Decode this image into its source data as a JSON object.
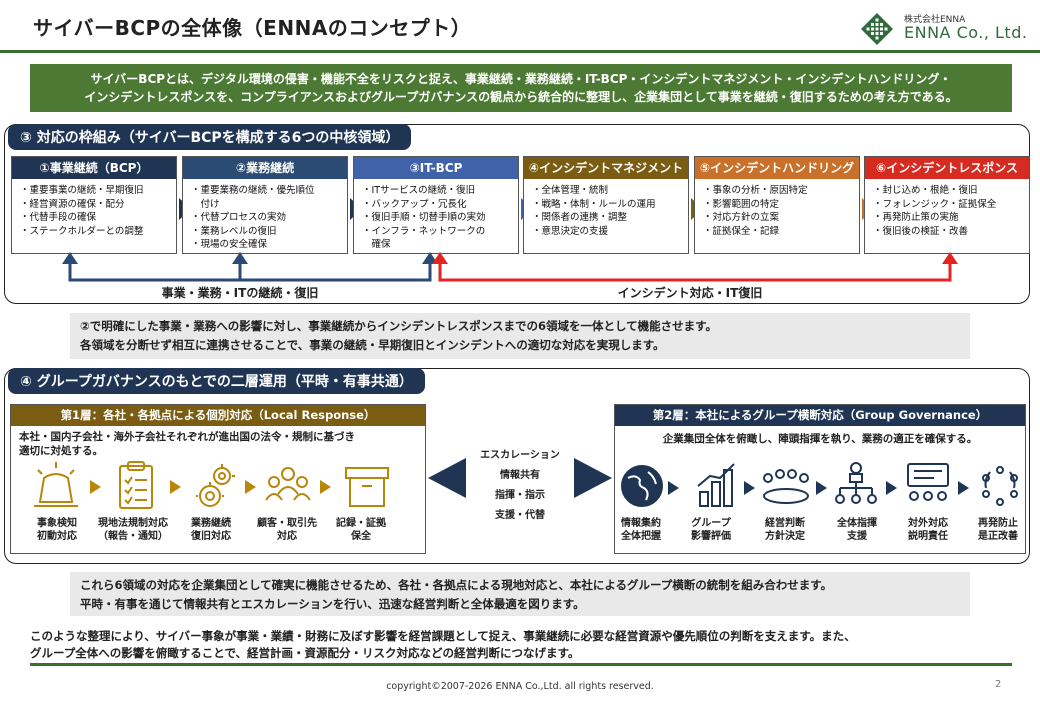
{
  "header": {
    "title": "サイバーBCPの全体像（ENNAのコンセプト）",
    "logo_sub": "株式会社ENNA",
    "logo_main": "ENNA Co., Ltd."
  },
  "banner": {
    "line1": "サイバーBCPとは、デジタル環境の侵害・機能不全をリスクと捉え、事業継続・業務継続・IT-BCP・インシデントマネジメント・インシデントハンドリング・",
    "line2": "インシデントレスポンスを、コンプライアンスおよびグループガバナンスの観点から統合的に整理し、企業集団として事業を継続・復旧するための考え方である。"
  },
  "section3": {
    "label": "③ 対応の枠組み（サイバーBCPを構成する6つの中核領域）",
    "columns": [
      {
        "title": "①事業継続（BCP）",
        "color": "#1f3553",
        "items": [
          "・重要事業の継続・早期復旧",
          "・経営資源の確保・配分",
          "・代替手段の確保",
          "・ステークホルダーとの調整"
        ]
      },
      {
        "title": "②業務継続",
        "color": "#2b4a74",
        "items": [
          "・重要業務の継続・優先順位",
          "　付け",
          "・代替プロセスの実効",
          "・業務レベルの復旧",
          "・現場の安全確保"
        ]
      },
      {
        "title": "③IT-BCP",
        "color": "#3f62a8",
        "items": [
          "・ITサービスの継続・復旧",
          "・バックアップ・冗長化",
          "・復旧手順・切替手順の実効",
          "・インフラ・ネットワークの",
          "　確保"
        ]
      },
      {
        "title": "④インシデントマネジメント",
        "color": "#7a5c12",
        "items": [
          "・全体管理・統制",
          "・戦略・体制・ルールの運用",
          "・関係者の連携・調整",
          "・意思決定の支援"
        ]
      },
      {
        "title": "⑤インシデントハンドリング",
        "color": "#c9702a",
        "items": [
          "・事象の分析・原因特定",
          "・影響範囲の特定",
          "・対応方針の立案",
          "・証拠保全・記録"
        ]
      },
      {
        "title": "⑥インシデントレスポンス",
        "color": "#d62b20",
        "items": [
          "・封じ込め・根絶・復旧",
          "・フォレンジック・証拠保全",
          "・再発防止策の実施",
          "・復旧後の検証・改善"
        ]
      }
    ],
    "link_left": "事業・業務・ITの継続・復旧",
    "link_right": "インシデント対応・IT復旧"
  },
  "note1": {
    "line1": "②で明確にした事業・業務への影響に対し、事業継続からインシデントレスポンスまでの6領域を一体として機能させます。",
    "line2": "各領域を分断せず相互に連携させることで、事業の継続・早期復旧とインシデントへの適切な対応を実現します。"
  },
  "section4": {
    "label": "④ グループガバナンスのもとでの二層運用（平時・有事共通）",
    "layer1": {
      "title": "第1層：各社・各拠点による個別対応（Local Response）",
      "desc1": "本社・国内子会社・海外子会社それぞれが進出国の法令・規制に基づき",
      "desc2": "適切に対処する。",
      "steps": [
        {
          "icon": "siren-icon",
          "l1": "事象検知",
          "l2": "初動対応"
        },
        {
          "icon": "checklist-icon",
          "l1": "現地法規制対応",
          "l2": "（報告・通知）"
        },
        {
          "icon": "gears-icon",
          "l1": "業務継続",
          "l2": "復旧対応"
        },
        {
          "icon": "people-icon",
          "l1": "顧客・取引先",
          "l2": "対応"
        },
        {
          "icon": "archive-box-icon",
          "l1": "記録・証拠",
          "l2": "保全"
        }
      ]
    },
    "escalation": [
      "エスカレーション",
      "情報共有",
      "指揮・指示",
      "支援・代替"
    ],
    "layer2": {
      "title": "第2層：本社によるグループ横断対応（Group Governance）",
      "desc": "企業集団全体を俯瞰し、陣頭指揮を執り、業務の適正を確保する。",
      "steps": [
        {
          "icon": "globe-icon",
          "l1": "情報集約",
          "l2": "全体把握"
        },
        {
          "icon": "bar-chart-icon",
          "l1": "グループ",
          "l2": "影響評価"
        },
        {
          "icon": "meeting-icon",
          "l1": "経営判断",
          "l2": "方針決定"
        },
        {
          "icon": "org-chart-icon",
          "l1": "全体指揮",
          "l2": "支援"
        },
        {
          "icon": "presentation-icon",
          "l1": "対外対応",
          "l2": "説明責任"
        },
        {
          "icon": "cycle-icon",
          "l1": "再発防止",
          "l2": "是正改善"
        }
      ]
    }
  },
  "note2": {
    "line1": "これら6領域の対応を企業集団として確実に機能させるため、各社・各拠点による現地対応と、本社によるグループ横断の統制を組み合わせます。",
    "line2": "平時・有事を通じて情報共有とエスカレーションを行い、迅速な経営判断と全体最適を図ります。"
  },
  "closing": {
    "line1": "このような整理により、サイバー事象が事業・業績・財務に及ぼす影響を経営課題として捉え、事業継続に必要な経営資源や優先順位の判断を支えます。また、",
    "line2": "グループ全体への影響を俯瞰することで、経営計画・資源配分・リスク対応などの経営判断につなげます。"
  },
  "footer": {
    "copyright": "copyright©2007-2026 ENNA Co.,Ltd. all rights reserved.",
    "page": "2"
  }
}
